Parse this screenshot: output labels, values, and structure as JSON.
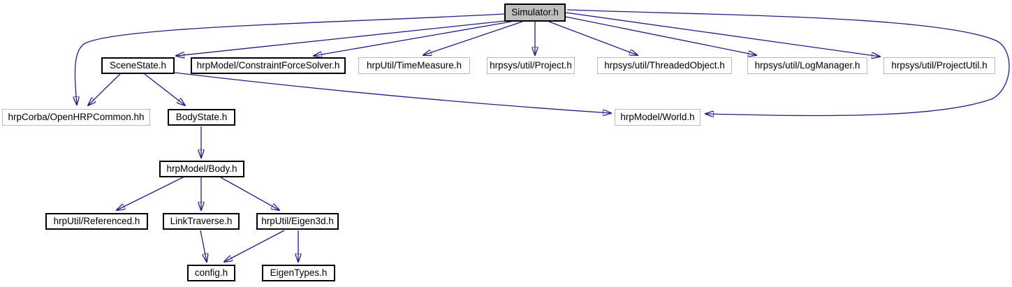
{
  "diagram": {
    "kind": "doxygen-include-dependency-graph",
    "root_file": "Simulator.h"
  },
  "colors": {
    "edge": "#1e1e85",
    "current_node_fill": "#bfbfbf",
    "node_fill": "#ffffff",
    "documented_border": "#000000",
    "undocumented_border": "#b9b9b9",
    "background": "#ffffff"
  },
  "nodes": {
    "simulator": {
      "label": "Simulator.h"
    },
    "scenestate": {
      "label": "SceneState.h"
    },
    "constraint": {
      "label": "hrpModel/ConstraintForceSolver.h"
    },
    "timemeasure": {
      "label": "hrpUtil/TimeMeasure.h"
    },
    "project": {
      "label": "hrpsys/util/Project.h"
    },
    "threaded": {
      "label": "hrpsys/util/ThreadedObject.h"
    },
    "logmanager": {
      "label": "hrpsys/util/LogManager.h"
    },
    "projectutil": {
      "label": "hrpsys/util/ProjectUtil.h"
    },
    "openhrp": {
      "label": "hrpCorba/OpenHRPCommon.hh"
    },
    "bodystate": {
      "label": "BodyState.h"
    },
    "world": {
      "label": "hrpModel/World.h"
    },
    "body": {
      "label": "hrpModel/Body.h"
    },
    "referenced": {
      "label": "hrpUtil/Referenced.h"
    },
    "linktraverse": {
      "label": "LinkTraverse.h"
    },
    "eigen3d": {
      "label": "hrpUtil/Eigen3d.h"
    },
    "config": {
      "label": "config.h"
    },
    "eigentypes": {
      "label": "EigenTypes.h"
    }
  },
  "edges": [
    {
      "from": "Simulator.h",
      "to": "SceneState.h"
    },
    {
      "from": "Simulator.h",
      "to": "hrpModel/ConstraintForceSolver.h"
    },
    {
      "from": "Simulator.h",
      "to": "hrpUtil/TimeMeasure.h"
    },
    {
      "from": "Simulator.h",
      "to": "hrpsys/util/Project.h"
    },
    {
      "from": "Simulator.h",
      "to": "hrpsys/util/ThreadedObject.h"
    },
    {
      "from": "Simulator.h",
      "to": "hrpsys/util/LogManager.h"
    },
    {
      "from": "Simulator.h",
      "to": "hrpsys/util/ProjectUtil.h"
    },
    {
      "from": "Simulator.h",
      "to": "hrpModel/World.h"
    },
    {
      "from": "Simulator.h",
      "to": "hrpCorba/OpenHRPCommon.hh"
    },
    {
      "from": "SceneState.h",
      "to": "hrpCorba/OpenHRPCommon.hh"
    },
    {
      "from": "SceneState.h",
      "to": "BodyState.h"
    },
    {
      "from": "SceneState.h",
      "to": "hrpModel/World.h"
    },
    {
      "from": "BodyState.h",
      "to": "hrpModel/Body.h"
    },
    {
      "from": "hrpModel/Body.h",
      "to": "hrpUtil/Referenced.h"
    },
    {
      "from": "hrpModel/Body.h",
      "to": "LinkTraverse.h"
    },
    {
      "from": "hrpModel/Body.h",
      "to": "hrpUtil/Eigen3d.h"
    },
    {
      "from": "LinkTraverse.h",
      "to": "config.h"
    },
    {
      "from": "hrpUtil/Eigen3d.h",
      "to": "config.h"
    },
    {
      "from": "hrpUtil/Eigen3d.h",
      "to": "EigenTypes.h"
    }
  ]
}
